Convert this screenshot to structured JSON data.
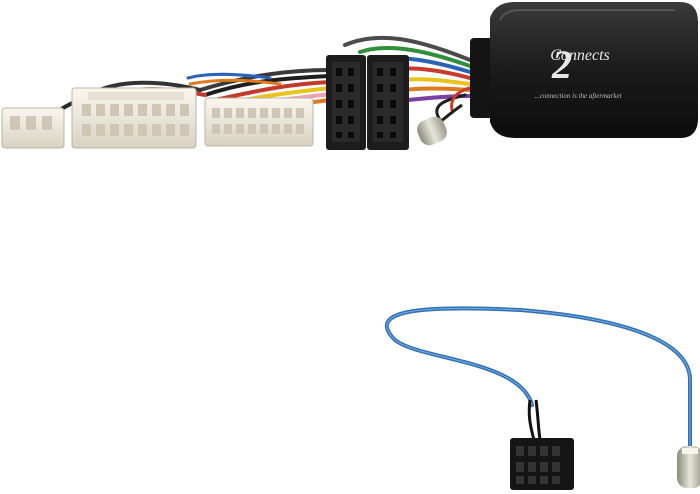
{
  "product": {
    "brand_logo_text": "Connects",
    "brand_logo_numeral": "2",
    "tagline": "...connection is the aftermarket"
  },
  "colors": {
    "background": "#ffffff",
    "module_body": "#1a1a1a",
    "harness_connector": "#efe9dc",
    "iso_connector": "#1c1c1c",
    "antenna_cable": "#2f6fb5"
  },
  "icons": [
    "interface-module",
    "wire-harness",
    "iso-connector",
    "vehicle-connector",
    "antenna-lead",
    "molex-plug"
  ]
}
